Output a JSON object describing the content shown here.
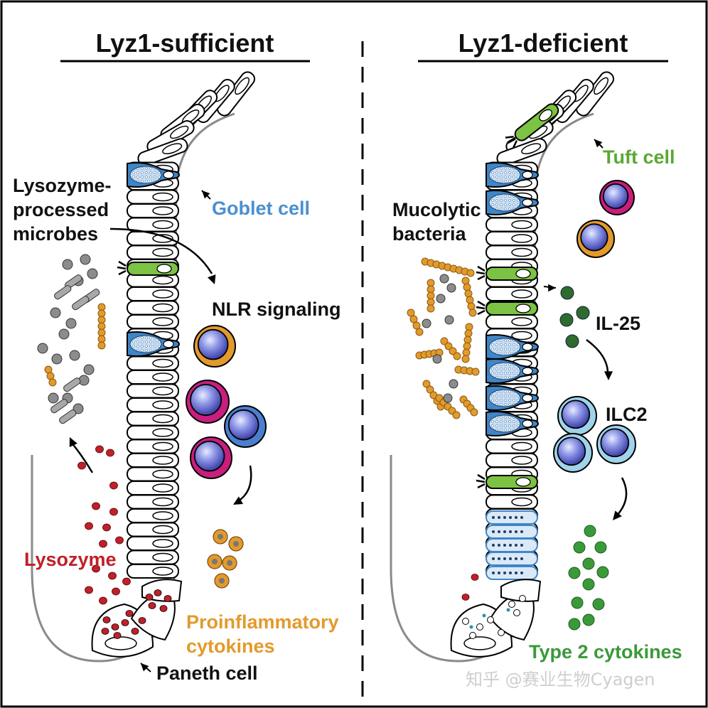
{
  "panels": {
    "left": {
      "title": "Lyz1-sufficient",
      "labels": {
        "lysozyme_processed_microbes": "Lysozyme-\nprocessed\nmicrobes",
        "goblet_cell": "Goblet cell",
        "nlr_signaling": "NLR signaling",
        "lysozyme": "Lysozyme",
        "proinflammatory_cytokines": "Proinflammatory\ncytokines",
        "paneth_cell": "Paneth cell"
      }
    },
    "right": {
      "title": "Lyz1-deficient",
      "labels": {
        "tuft_cell": "Tuft cell",
        "mucolytic_bacteria": "Mucolytic\nbacteria",
        "il25": "IL-25",
        "ilc2": "ILC2",
        "type2_cytokines": "Type 2 cytokines"
      }
    }
  },
  "watermark": "知乎 @赛业生物Cyagen",
  "colors": {
    "goblet": "#3f86c8",
    "goblet_label": "#4a90d0",
    "tuft": "#7cc243",
    "tuft_label": "#5aa832",
    "lysozyme": "#c0202a",
    "cytokine_orange": "#e39a2c",
    "il25": "#2f6b2f",
    "type2": "#3a9a3a",
    "magenta": "#c81e7e",
    "cell_blue": "#4a7fd0",
    "ilc2_ring": "#9fd3ea",
    "microbe_grey": "#8c8c8c"
  }
}
